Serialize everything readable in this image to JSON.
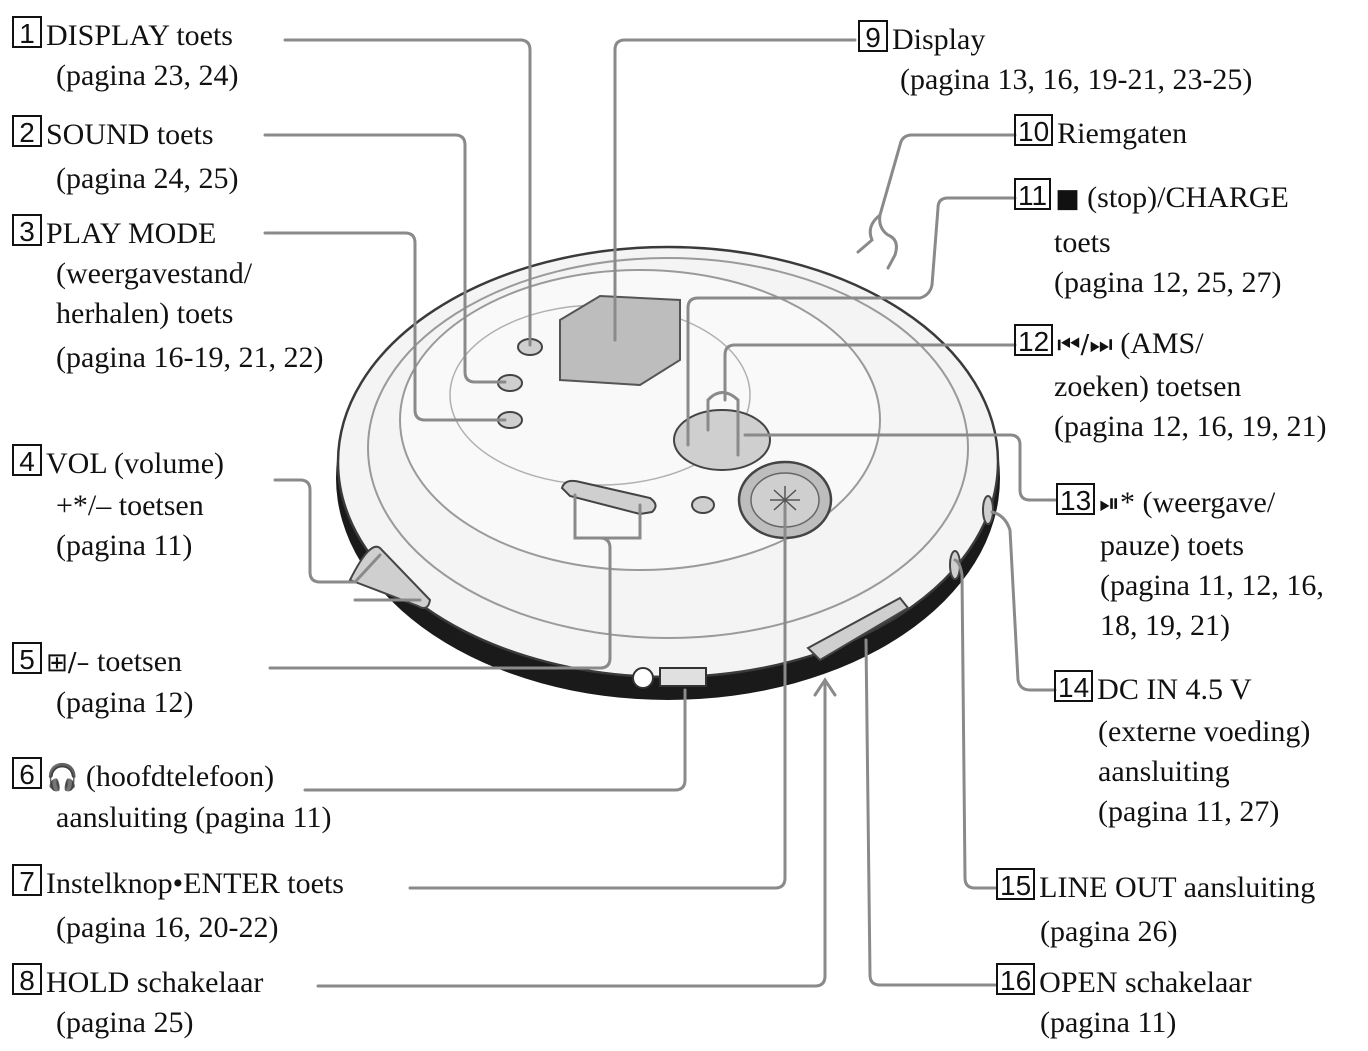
{
  "labels": [
    {
      "num": "1",
      "lines": [
        "DISPLAY toets",
        "(pagina 23, 24)"
      ]
    },
    {
      "num": "2",
      "lines": [
        "SOUND toets",
        "(pagina 24, 25)"
      ]
    },
    {
      "num": "3",
      "lines": [
        "PLAY MODE",
        "(weergavestand/",
        "herhalen) toets",
        "(pagina 16-19, 21, 22)"
      ]
    },
    {
      "num": "4",
      "lines": [
        "VOL (volume)",
        "+*/– toetsen",
        "(pagina 11)"
      ]
    },
    {
      "num": "5",
      "glyph": "⊞/–",
      "lines": [
        " toetsen",
        "(pagina 12)"
      ]
    },
    {
      "num": "6",
      "glyph": "🎧",
      "lines": [
        " (hoofdtelefoon)",
        "aansluiting (pagina 11)"
      ]
    },
    {
      "num": "7",
      "lines": [
        "Instelknop•ENTER toets",
        "(pagina 16, 20-22)"
      ]
    },
    {
      "num": "8",
      "lines": [
        "HOLD schakelaar",
        "(pagina 25)"
      ]
    },
    {
      "num": "9",
      "lines": [
        "Display",
        "(pagina 13, 16, 19-21, 23-25)"
      ]
    },
    {
      "num": "10",
      "lines": [
        "Riemgaten"
      ]
    },
    {
      "num": "11",
      "glyph": "■",
      "lines": [
        " (stop)/CHARGE",
        "toets",
        "(pagina 12, 25, 27)"
      ]
    },
    {
      "num": "12",
      "glyph": "⏮/⏭",
      "lines": [
        " (AMS/",
        "zoeken) toetsen",
        "(pagina 12, 16, 19, 21)"
      ]
    },
    {
      "num": "13",
      "glyph": "⏯",
      "lines": [
        "* (weergave/",
        "pauze) toets",
        "(pagina 11, 12, 16,",
        "18, 19, 21)"
      ]
    },
    {
      "num": "14",
      "lines": [
        "DC IN 4.5 V",
        "(externe voeding)",
        "aansluiting",
        "(pagina 11, 27)"
      ]
    },
    {
      "num": "15",
      "lines": [
        "LINE OUT aansluiting",
        "(pagina 26)"
      ]
    },
    {
      "num": "16",
      "lines": [
        "OPEN schakelaar",
        "(pagina 11)"
      ]
    }
  ],
  "colors": {
    "leader": "#8a8a8a",
    "body_fill": "#f4f4f4",
    "body_stroke": "#3a3a3a",
    "display_fill": "#bdbdbd",
    "button_fill": "#cfcfcf"
  }
}
